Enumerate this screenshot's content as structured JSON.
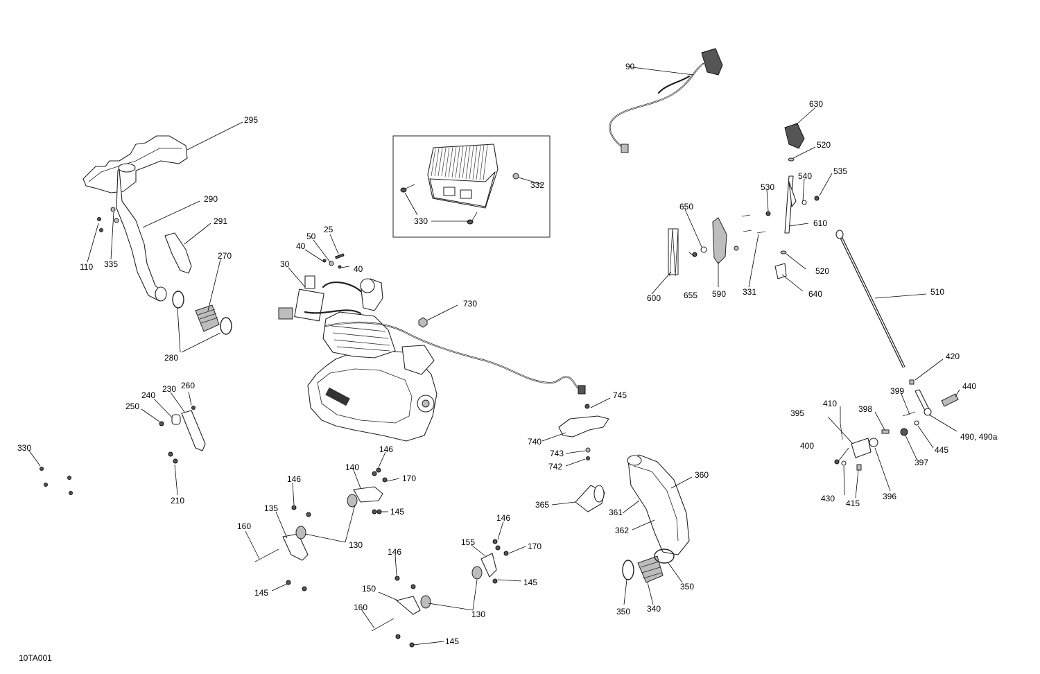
{
  "diagram_id": "10TA001",
  "callouts": {
    "c25": "25",
    "c30": "30",
    "c40a": "40",
    "c40b": "40",
    "c50": "50",
    "c90": "90",
    "c110": "110",
    "c130a": "130",
    "c130b": "130",
    "c135": "135",
    "c140": "140",
    "c145a": "145",
    "c145b": "145",
    "c145c": "145",
    "c145d": "145",
    "c146a": "146",
    "c146b": "146",
    "c146c": "146",
    "c146d": "146",
    "c150": "150",
    "c155": "155",
    "c160a": "160",
    "c160b": "160",
    "c170a": "170",
    "c170b": "170",
    "c210": "210",
    "c230": "230",
    "c240": "240",
    "c250": "250",
    "c260": "260",
    "c270": "270",
    "c280": "280",
    "c290": "290",
    "c291": "291",
    "c295": "295",
    "c330a": "330",
    "c330b": "330",
    "c331": "331",
    "c332": "332",
    "c335": "335",
    "c340": "340",
    "c350a": "350",
    "c350b": "350",
    "c360": "360",
    "c361": "361",
    "c362": "362",
    "c365": "365",
    "c395": "395",
    "c396": "396",
    "c397": "397",
    "c398": "398",
    "c399": "399",
    "c400": "400",
    "c410": "410",
    "c415": "415",
    "c420": "420",
    "c430": "430",
    "c440": "440",
    "c445": "445",
    "c490": "490, 490a",
    "c510": "510",
    "c520a": "520",
    "c520b": "520",
    "c530": "530",
    "c535": "535",
    "c540": "540",
    "c590": "590",
    "c600": "600",
    "c610": "610",
    "c630": "630",
    "c640": "640",
    "c650": "650",
    "c655": "655",
    "c730": "730",
    "c740": "740",
    "c742": "742",
    "c743": "743",
    "c745": "745"
  }
}
